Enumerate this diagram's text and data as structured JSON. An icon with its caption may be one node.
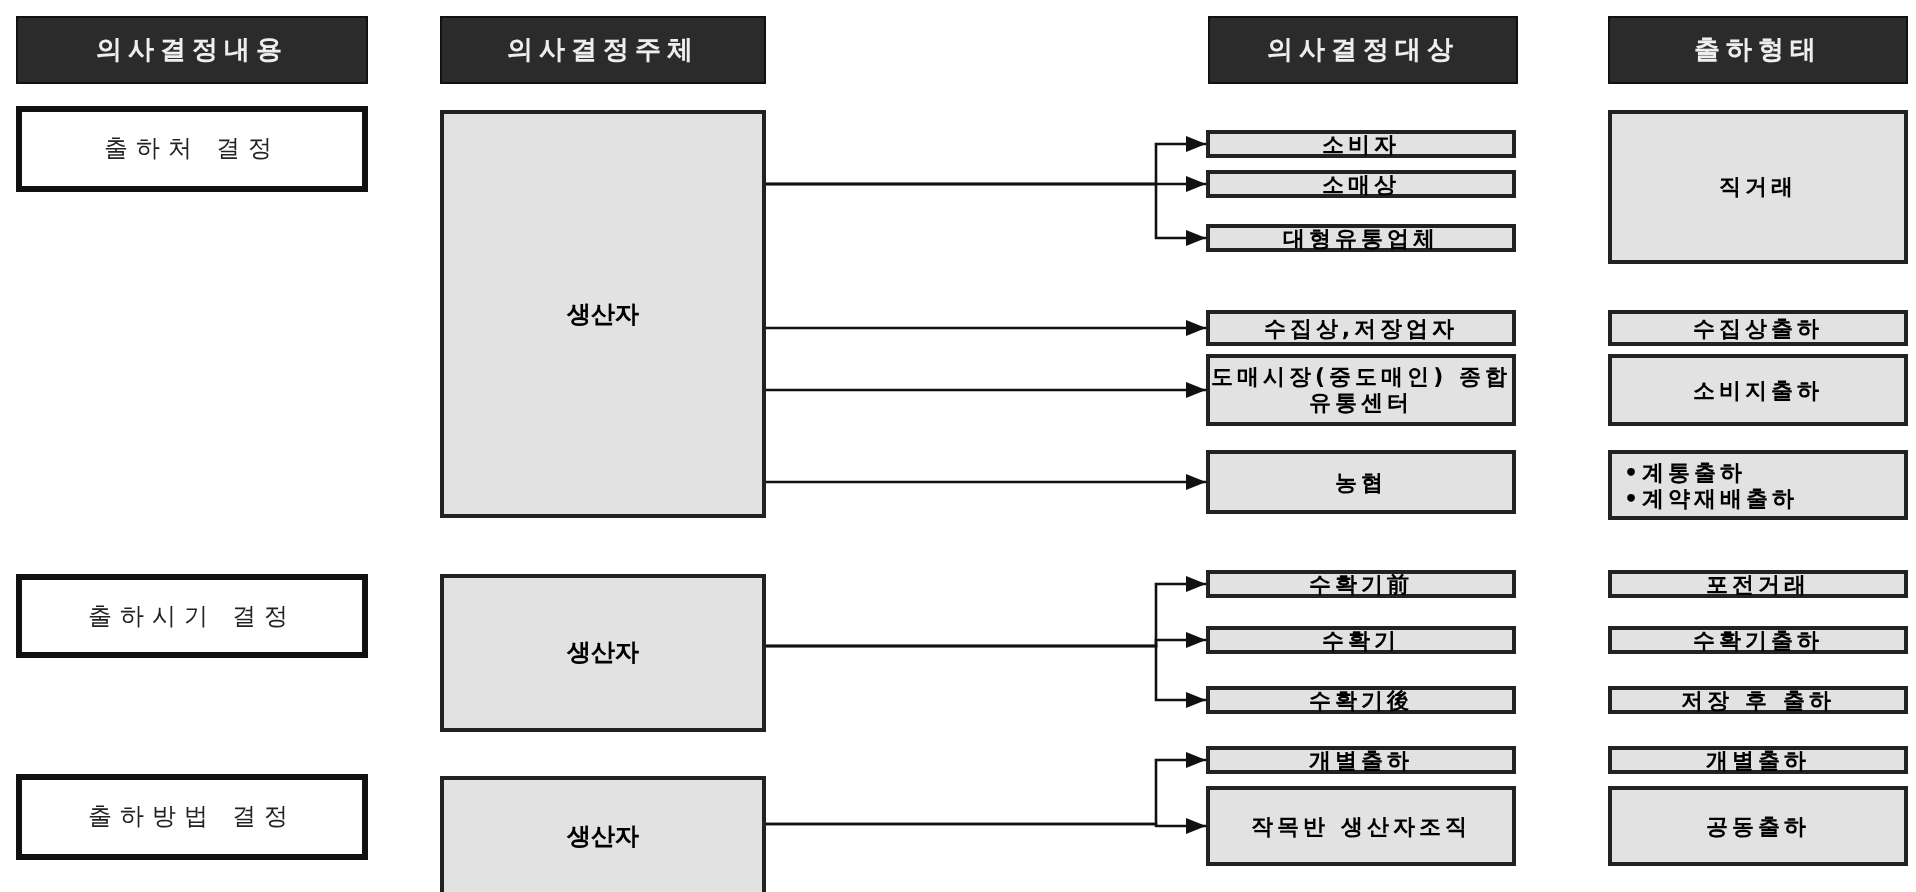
{
  "diagram": {
    "nodes": [
      {
        "text": [
          "의사결정내용"
        ]
      },
      {
        "text": [
          "의사결정주체"
        ]
      },
      {
        "text": [
          "의사결정대상"
        ]
      },
      {
        "text": [
          "출하형태"
        ]
      },
      {
        "text": [
          "출하처 결정"
        ]
      },
      {
        "text": [
          "생산자"
        ]
      },
      {
        "text": [
          "소비자"
        ]
      },
      {
        "text": [
          "소매상"
        ]
      },
      {
        "text": [
          "대형유통업체"
        ]
      },
      {
        "text": [
          "직거래"
        ]
      },
      {
        "text": [
          "수집상,저장업자"
        ]
      },
      {
        "text": [
          "수집상출하"
        ]
      },
      {
        "text": [
          "도매시장(중도매인) 종합유통센터"
        ]
      },
      {
        "text": [
          "소비지출하"
        ]
      },
      {
        "text": [
          "농협"
        ]
      },
      {
        "text": [
          "•계통출하",
          "•계약재배출하"
        ]
      },
      {
        "text": [
          "출하시기 결정"
        ]
      },
      {
        "text": [
          "생산자"
        ]
      },
      {
        "text": [
          "수확기前"
        ]
      },
      {
        "text": [
          "포전거래"
        ]
      },
      {
        "text": [
          "수확기"
        ]
      },
      {
        "text": [
          "수확기출하"
        ]
      },
      {
        "text": [
          "수확기後"
        ]
      },
      {
        "text": [
          "저장 후 출하"
        ]
      },
      {
        "text": [
          "출하방법 결정"
        ]
      },
      {
        "text": [
          "생산자"
        ]
      },
      {
        "text": [
          "개별출하"
        ]
      },
      {
        "text": [
          "개별출하"
        ]
      },
      {
        "text": [
          "작목반 생산자조직"
        ]
      },
      {
        "text": [
          "공동출하"
        ]
      }
    ],
    "edges": [
      {
        "from": 5,
        "to": 6,
        "arrow": "to"
      },
      {
        "from": 5,
        "to": 7,
        "arrow": "to"
      },
      {
        "from": 5,
        "to": 8,
        "arrow": "to"
      },
      {
        "from": 5,
        "to": 10,
        "arrow": "to"
      },
      {
        "from": 5,
        "to": 12,
        "arrow": "to"
      },
      {
        "from": 5,
        "to": 14,
        "arrow": "to"
      },
      {
        "from": 17,
        "to": 18,
        "arrow": "to"
      },
      {
        "from": 17,
        "to": 20,
        "arrow": "to"
      },
      {
        "from": 17,
        "to": 22,
        "arrow": "to"
      },
      {
        "from": 25,
        "to": 26,
        "arrow": "to"
      },
      {
        "from": 25,
        "to": 28,
        "arrow": "to"
      }
    ]
  }
}
